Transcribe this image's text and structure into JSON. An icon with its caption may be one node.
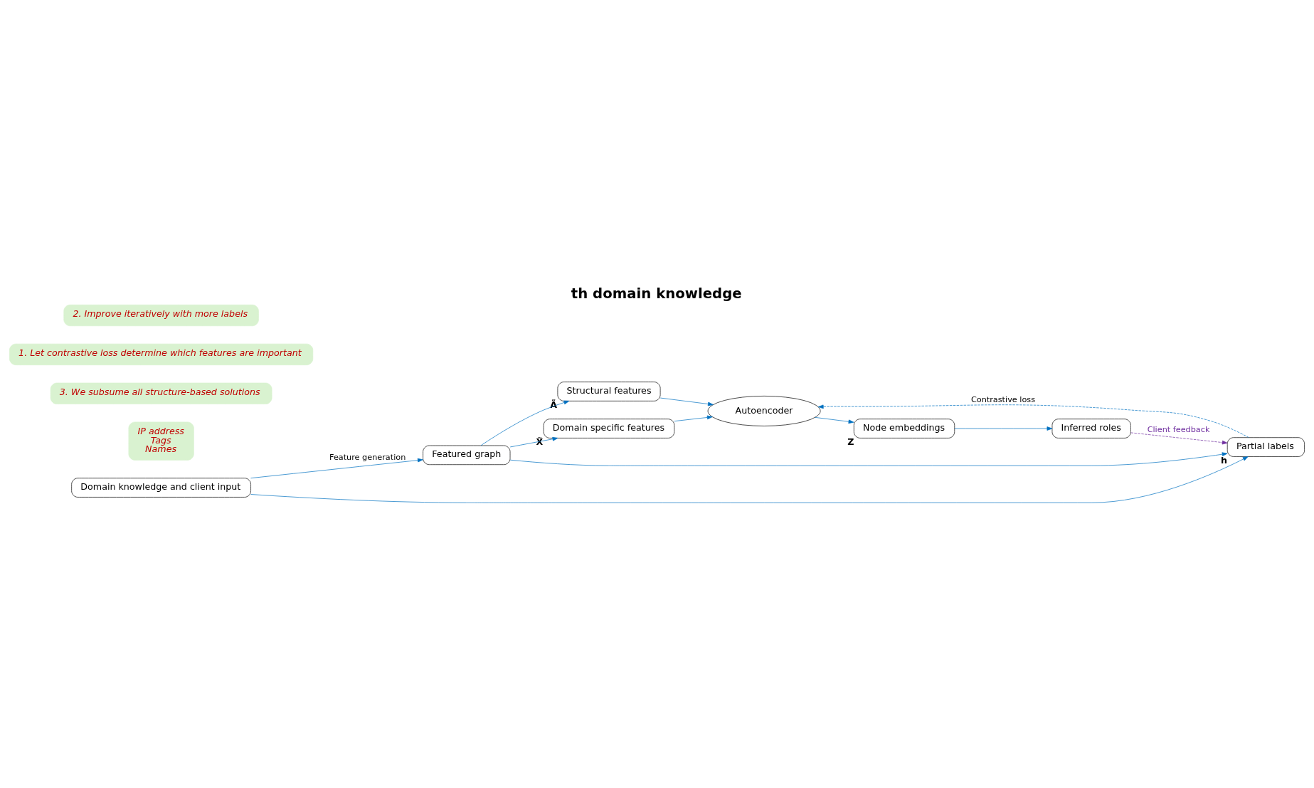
{
  "diagram": {
    "title": "th domain knowledge",
    "nodes": [
      {
        "text": [
          "Featured graph"
        ]
      },
      {
        "text": [
          "Domain knowledge and client input"
        ]
      },
      {
        "text": [
          "Structural features"
        ],
        "beside": [
          "Ã"
        ]
      },
      {
        "text": [
          "Domain specific features"
        ],
        "beside": [
          "X̃"
        ]
      },
      {
        "text": [
          "Partial labels"
        ],
        "beside": [
          "h"
        ]
      },
      {
        "text": [
          "Autoencoder"
        ]
      },
      {
        "text": [
          "Node embeddings"
        ],
        "beside": [
          "Z"
        ]
      },
      {
        "text": [
          "Inferred roles"
        ]
      },
      {
        "text": [
          "IP address",
          "Tags",
          "Names"
        ]
      },
      {
        "text": [
          "3. We subsume all structure-based solutions"
        ]
      },
      {
        "text": [
          "1. Let contrastive loss determine which features are important"
        ]
      },
      {
        "text": [
          "2. Improve iteratively with more labels"
        ]
      }
    ],
    "edges": [
      {
        "from": 1,
        "to": 0,
        "arrow": "to",
        "label": "Feature generation"
      },
      {
        "from": 0,
        "to": 2,
        "arrow": "to"
      },
      {
        "from": 0,
        "to": 3,
        "arrow": "to"
      },
      {
        "from": 0,
        "to": 4,
        "arrow": "to"
      },
      {
        "from": 1,
        "to": 4,
        "arrow": "to"
      },
      {
        "from": 2,
        "to": 5,
        "arrow": "to"
      },
      {
        "from": 3,
        "to": 5,
        "arrow": "to"
      },
      {
        "from": 4,
        "to": 5,
        "arrow": "to",
        "style": "dashed",
        "label": "Contrastive loss"
      },
      {
        "from": 5,
        "to": 6,
        "arrow": "to"
      },
      {
        "from": 6,
        "to": 7,
        "arrow": "to"
      },
      {
        "from": 7,
        "to": 4,
        "arrow": "to",
        "style": "dashed",
        "color": "#7030a0",
        "label": "Client feedback"
      }
    ]
  }
}
